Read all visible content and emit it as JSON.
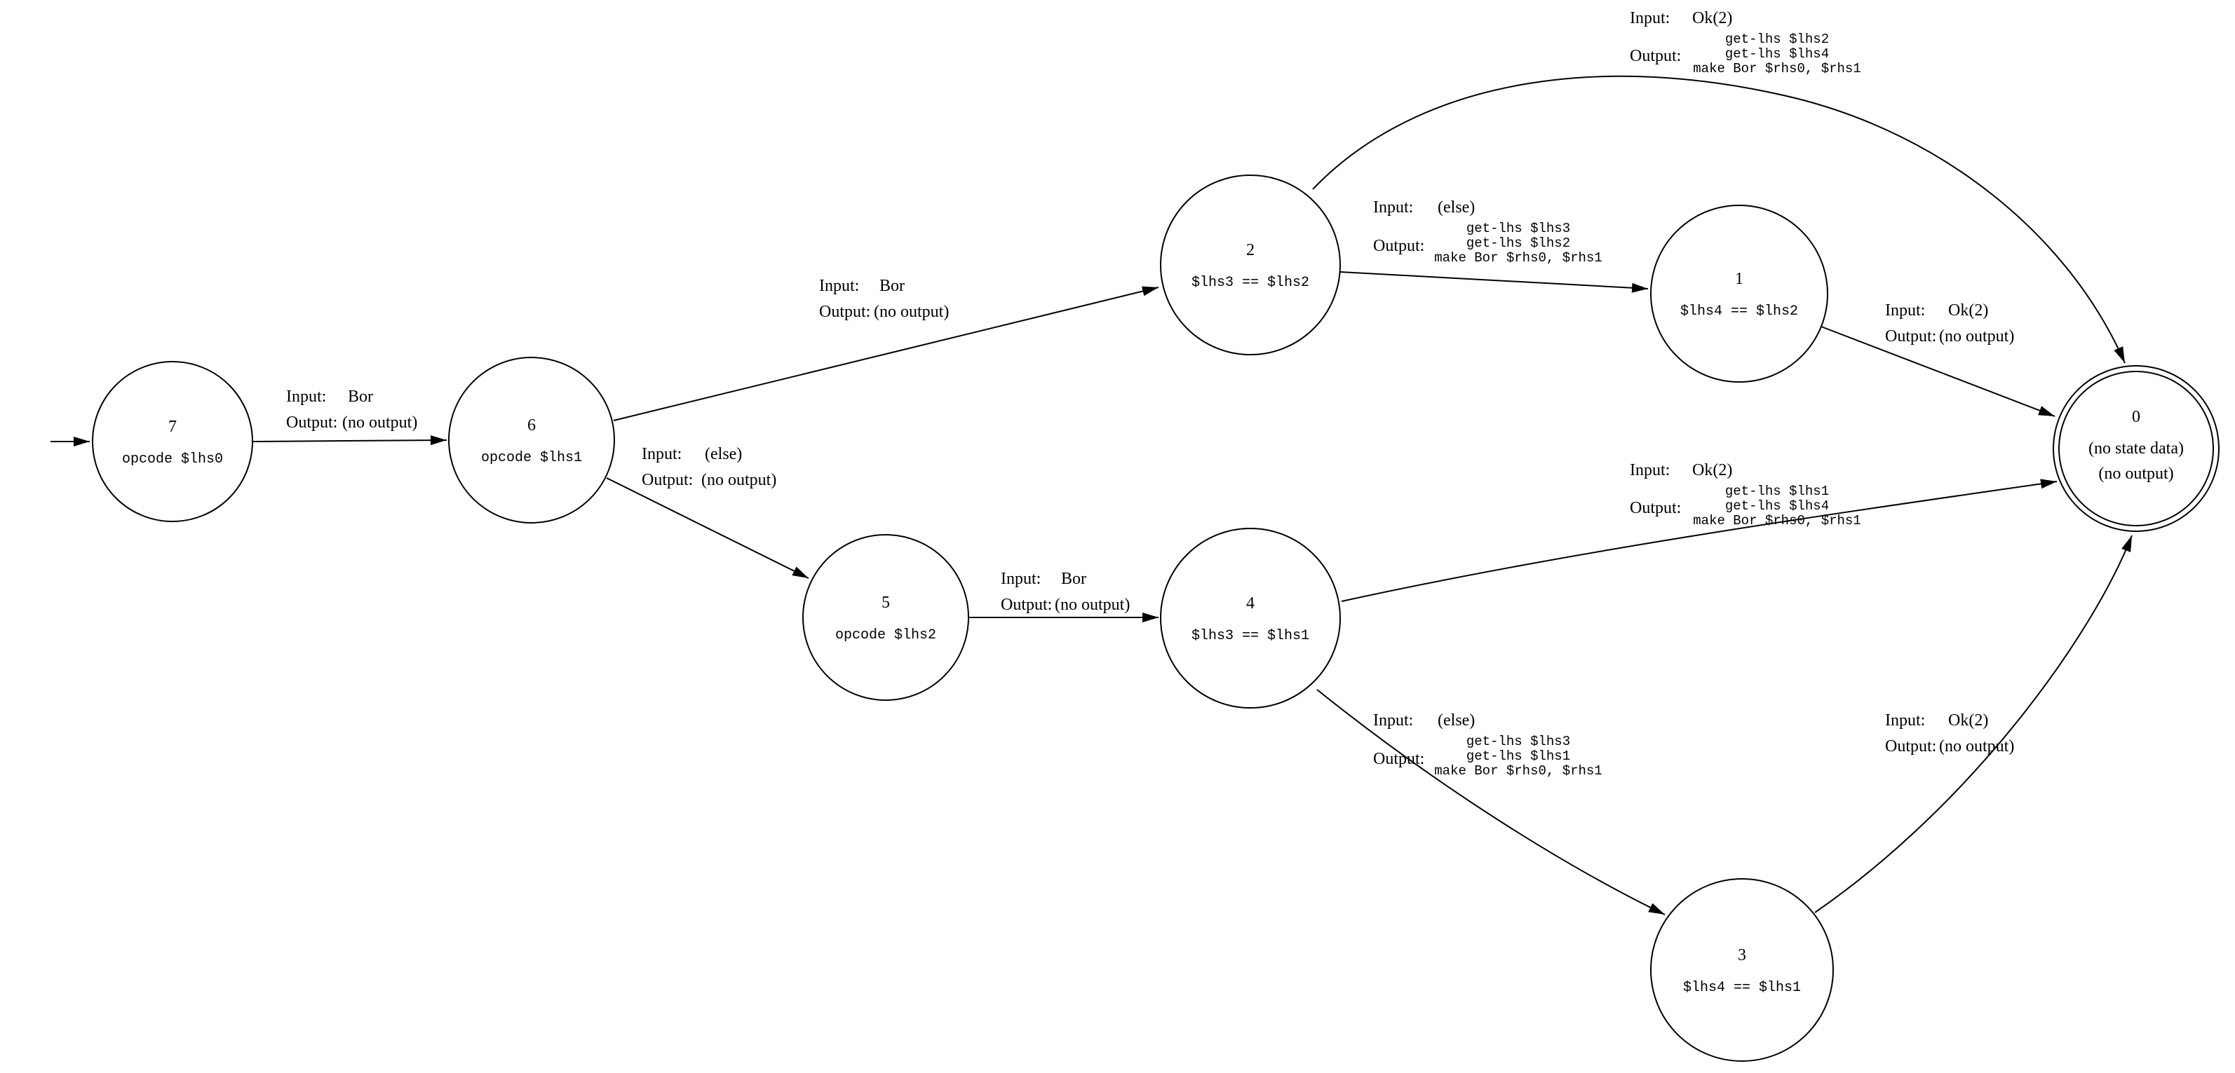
{
  "diagram": {
    "title": "state-machine-transition-diagram",
    "colors": {
      "stroke": "#000000",
      "background": "#ffffff",
      "text": "#000000"
    },
    "keys": {
      "input": "Input:",
      "output": "Output:"
    },
    "states": {
      "s0": {
        "id": "0",
        "line1": "(no state data)",
        "line2": "(no output)",
        "accepting": true
      },
      "s1": {
        "id": "1",
        "label": "$lhs4 == $lhs2"
      },
      "s2": {
        "id": "2",
        "label": "$lhs3 == $lhs2"
      },
      "s3": {
        "id": "3",
        "label": "$lhs4 == $lhs1"
      },
      "s4": {
        "id": "4",
        "label": "$lhs3 == $lhs1"
      },
      "s5": {
        "id": "5",
        "label": "opcode $lhs2"
      },
      "s6": {
        "id": "6",
        "label": "opcode $lhs1"
      },
      "s7": {
        "id": "7",
        "label": "opcode $lhs0",
        "initial": true
      }
    },
    "edges": {
      "e7_6": {
        "from": "7",
        "to": "6",
        "input": "Bor",
        "output": "(no output)"
      },
      "e6_2": {
        "from": "6",
        "to": "2",
        "input": "Bor",
        "output": "(no output)"
      },
      "e6_5": {
        "from": "6",
        "to": "5",
        "input": "(else)",
        "output": "(no output)"
      },
      "e5_4": {
        "from": "5",
        "to": "4",
        "input": "Bor",
        "output": "(no output)"
      },
      "e2_0": {
        "from": "2",
        "to": "0",
        "input": "Ok(2)",
        "output_lines": [
          "get-lhs $lhs2",
          "get-lhs $lhs4",
          "make Bor $rhs0, $rhs1"
        ]
      },
      "e2_1": {
        "from": "2",
        "to": "1",
        "input": "(else)",
        "output_lines": [
          "get-lhs $lhs3",
          "get-lhs $lhs2",
          "make Bor $rhs0, $rhs1"
        ]
      },
      "e1_0": {
        "from": "1",
        "to": "0",
        "input": "Ok(2)",
        "output": "(no output)"
      },
      "e4_0": {
        "from": "4",
        "to": "0",
        "input": "Ok(2)",
        "output_lines": [
          "get-lhs $lhs1",
          "get-lhs $lhs4",
          "make Bor $rhs0, $rhs1"
        ]
      },
      "e4_3": {
        "from": "4",
        "to": "3",
        "input": "(else)",
        "output_lines": [
          "get-lhs $lhs3",
          "get-lhs $lhs1",
          "make Bor $rhs0, $rhs1"
        ]
      },
      "e3_0": {
        "from": "3",
        "to": "0",
        "input": "Ok(2)",
        "output": "(no output)"
      }
    }
  }
}
